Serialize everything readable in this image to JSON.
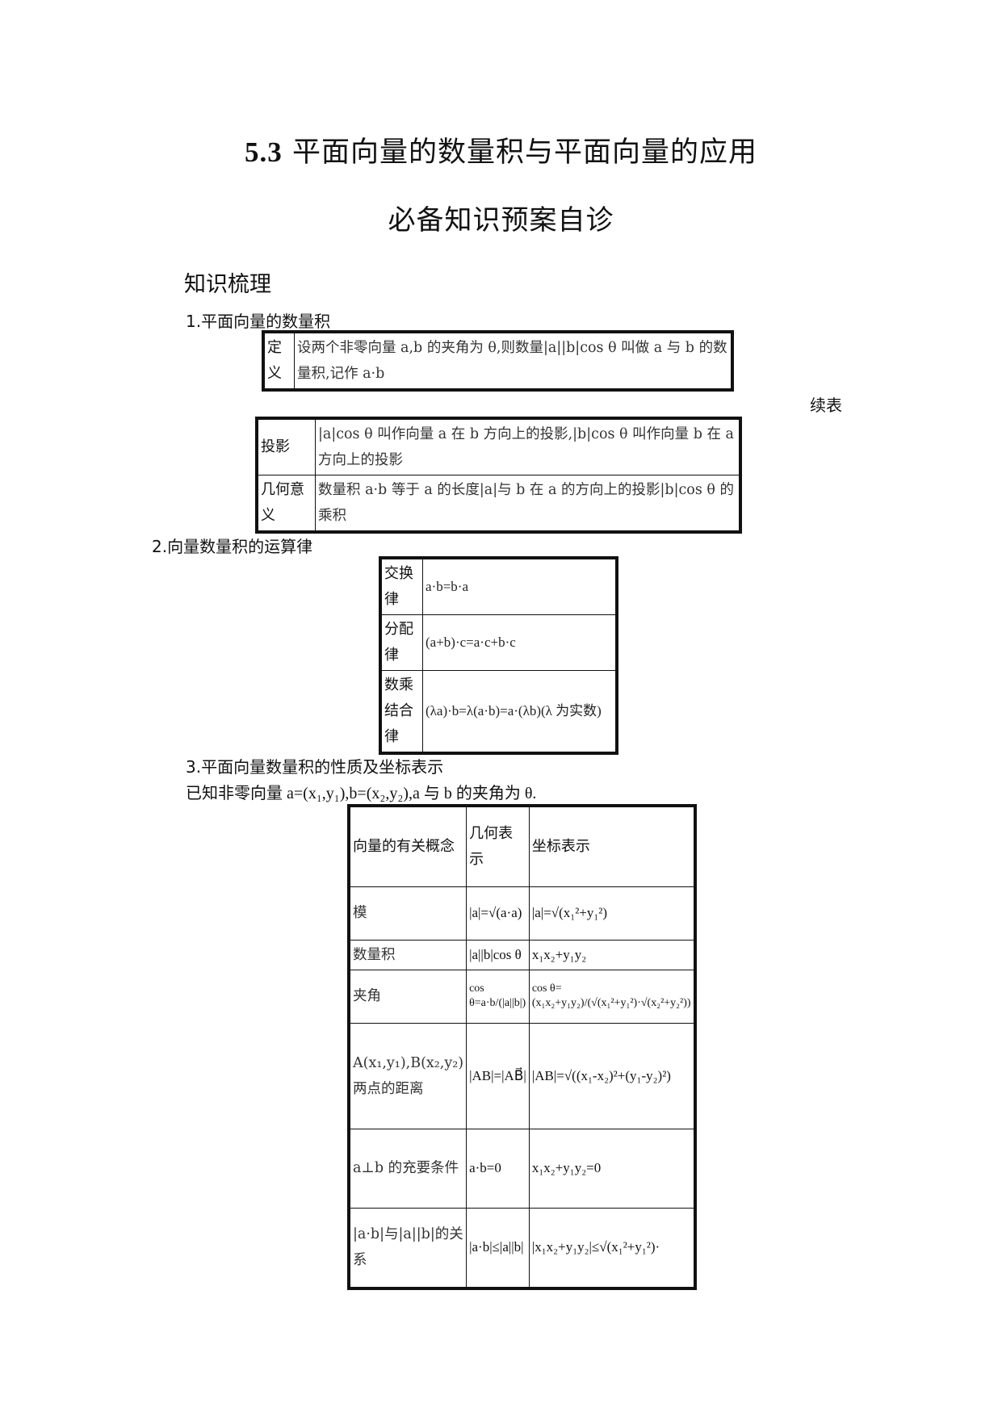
{
  "page": {
    "title_num": "5.3",
    "title_text": "平面向量的数量积与平面向量的应用",
    "subtitle": "必备知识预案自诊",
    "section": "知识梳理",
    "item1": "1.平面向量的数量积",
    "continued": "续表",
    "item2": "2.向量数量积的运算律",
    "item3": "3.平面向量数量积的性质及坐标表示",
    "intro": "已知非零向量 a=(x₁,y₁),b=(x₂,y₂),a 与 b 的夹角为 θ."
  },
  "table1": [
    {
      "label": "定义",
      "content": "设两个非零向量 a,b 的夹角为 θ,则数量|a||b|cos θ 叫做 a 与 b 的数量积,记作 a·b"
    }
  ],
  "table1b": [
    {
      "label": "投影",
      "content": "|a|cos θ 叫作向量 a 在 b 方向上的投影,|b|cos θ 叫作向量 b 在 a 方向上的投影"
    },
    {
      "label": "几何意义",
      "content": "数量积 a·b 等于 a 的长度|a|与 b 在 a 的方向上的投影|b|cos θ 的乘积"
    }
  ],
  "table2": [
    {
      "label": "交换律",
      "content": "a·b=b·a"
    },
    {
      "label": "分配律",
      "content": "(a+b)·c=a·c+b·c"
    },
    {
      "label": "数乘结合律",
      "content": "(λa)·b=λ(a·b)=a·(λb)(λ 为实数)"
    }
  ],
  "table3": {
    "headers": [
      "向量的有关概念",
      "几何表示",
      "坐标表示"
    ],
    "rows": [
      {
        "concept": "模",
        "geo": "|a|=√(a·a)",
        "coord": "|a|=√(x₁²+y₁²)"
      },
      {
        "concept": "数量积",
        "geo": "|a||b|cos θ",
        "coord": "x₁x₂+y₁y₂"
      },
      {
        "concept": "夹角",
        "geo": "cos θ=a·b/(|a||b|)",
        "coord": "cos θ=(x₁x₂+y₁y₂)/(√(x₁²+y₁²)·√(x₂²+y₂²))"
      },
      {
        "concept": "A(x₁,y₁),B(x₂,y₂)两点的距离",
        "geo": "|AB|=|AB⃗|",
        "coord": "|AB|=√((x₁-x₂)²+(y₁-y₂)²)"
      },
      {
        "concept": "a⊥b 的充要条件",
        "geo": "a·b=0",
        "coord": "x₁x₂+y₁y₂=0"
      },
      {
        "concept": "|a·b|与|a||b|的关系",
        "geo": "|a·b|≤|a||b|",
        "coord": "|x₁x₂+y₁y₂|≤√(x₁²+y₁²)·"
      }
    ]
  }
}
